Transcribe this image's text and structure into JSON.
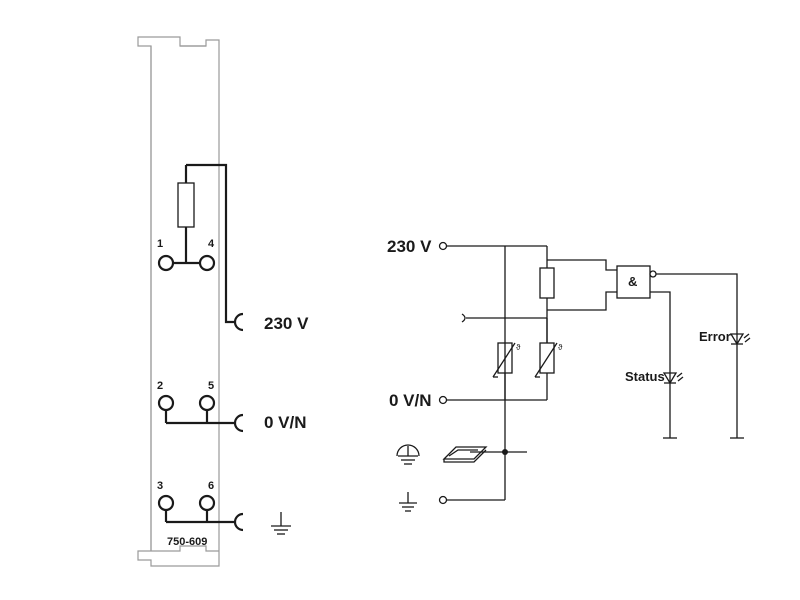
{
  "module": {
    "part_number": "750-609",
    "terminals": {
      "t1": "1",
      "t2": "2",
      "t3": "3",
      "t4": "4",
      "t5": "5",
      "t6": "6"
    },
    "connections": {
      "supply": "230 V",
      "neutral": "0 V/N"
    }
  },
  "schematic": {
    "supply": "230 V",
    "neutral": "0 V/N",
    "gate": "&",
    "status": "Status",
    "error": "Error"
  }
}
